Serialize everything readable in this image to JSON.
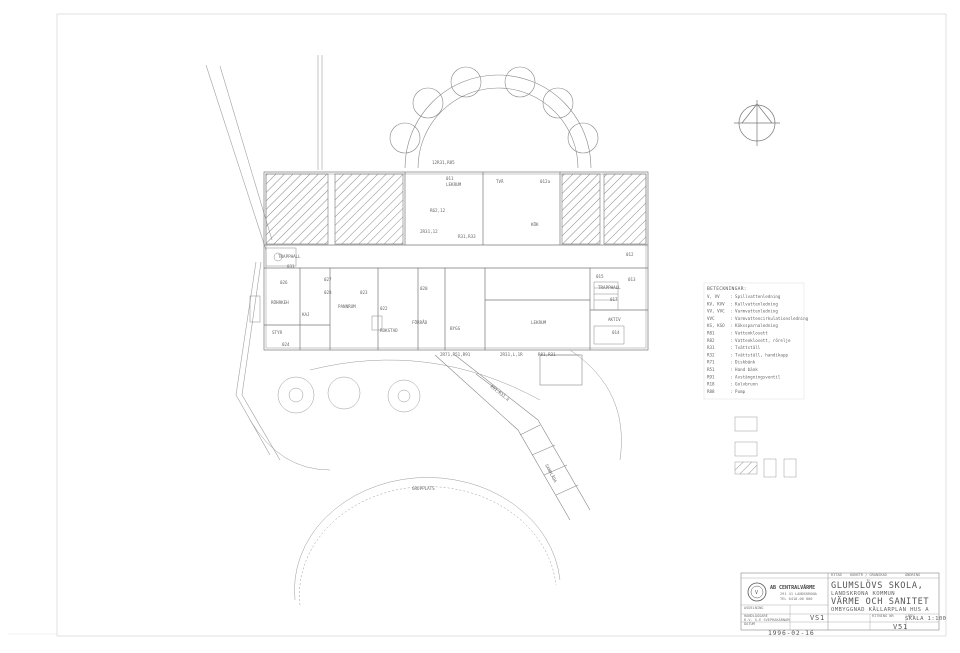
{
  "legend": {
    "heading": "BETECKNINGAR:",
    "items": [
      {
        "code": "V, VV",
        "text": ": Spillvattenledning"
      },
      {
        "code": "KV, KVV",
        "text": ": Kallvattenledning"
      },
      {
        "code": "VV, VVC",
        "text": ": Varmvattenledning"
      },
      {
        "code": "VVC",
        "text": ": Varmvattencirkulationsledning"
      },
      {
        "code": "KS, KSO",
        "text": ": Kökssparnaledning"
      },
      {
        "code": "R81",
        "text": ": Vattenklosett"
      },
      {
        "code": "R82",
        "text": ": Vattenklosett, rörelje"
      },
      {
        "code": "R31",
        "text": ": Tvättställ"
      },
      {
        "code": "R32",
        "text": ": Tvättställ, handikapp"
      },
      {
        "code": "R71",
        "text": ": Diskbänk"
      },
      {
        "code": "R51",
        "text": ": Hand bänk"
      },
      {
        "code": "R91",
        "text": ": Avstängningsventil"
      },
      {
        "code": "R18",
        "text": ": Golvbrunn"
      },
      {
        "code": "R88",
        "text": ": Pump"
      }
    ]
  },
  "plan": {
    "rooms": {
      "r_top1": "011",
      "r_top1b": "LEKRUM",
      "r_tb": "TVÄ",
      "r_top3": "012a",
      "r_kok": "KÖK",
      "r_012": "012",
      "r_trapphall_l": "TRAPPHALL",
      "r_031": "031",
      "r_026": "026",
      "r_027": "027",
      "r_028": "028",
      "r_023": "023",
      "r_pannrum": "PANNRUM",
      "r_rohrkeh": "RÖHRKEH",
      "r_022": "022",
      "r_020": "020",
      "r_forrad": "FÖRRÅD",
      "r_rokstad": "ROKSTAD",
      "r_styr": "STYR",
      "r_kaj": "KAJ",
      "r_024": "024",
      "r_bygg": "BYGG",
      "r_lekrum": "LEKRUM",
      "r_trapphall_r": "TRAPPHALL",
      "r_013": "013",
      "r_015": "015",
      "r_014": "014",
      "r_017": "017",
      "r_aktiv": "AKTIV",
      "r_sandlada": "SANDLÅDA",
      "r_gropplats": "GROPPLATS"
    },
    "pipe_labels": {
      "p1": "12R31,R85",
      "p2": "R62,12",
      "p3": "2R31,12",
      "p4": "R31,R33",
      "p5": "2R71,R51,R91",
      "p6": "2R31,L,1R",
      "p7": "R91,R32,ä",
      "p8": "R81,R31"
    }
  },
  "north_symbol": "north-arrow-icon",
  "titleblock": {
    "header_left": "RITAD",
    "header_mid": "KONSTR / GRANSKAD",
    "header_right": "ÄNDRING",
    "company_name": "AB CENTRALVÄRME",
    "company_line1": "291 41 LANDSKRONA",
    "company_line2": "TEL 0418-00 000",
    "company_line3": "AVDELNING",
    "project_title": "GLUMSLÖVS SKOLA,",
    "project_place": "LANDSKRONA KOMMUN",
    "discipline": "VÄRME OCH SANITET",
    "sheet_desc": "OMBYGGNAD KÄLLARPLAN HUS A",
    "scale": "SKALA 1:100",
    "date_label": "DATUM",
    "date": "1996-02-16",
    "designer_label": "HANDLÄGGARE",
    "designer": "K.V. S-E SVEPRAKÄRNAM",
    "number_label": "RITNING NR",
    "drawing_no": "VS1",
    "rev_label": "REV",
    "cad_label": "V51"
  }
}
